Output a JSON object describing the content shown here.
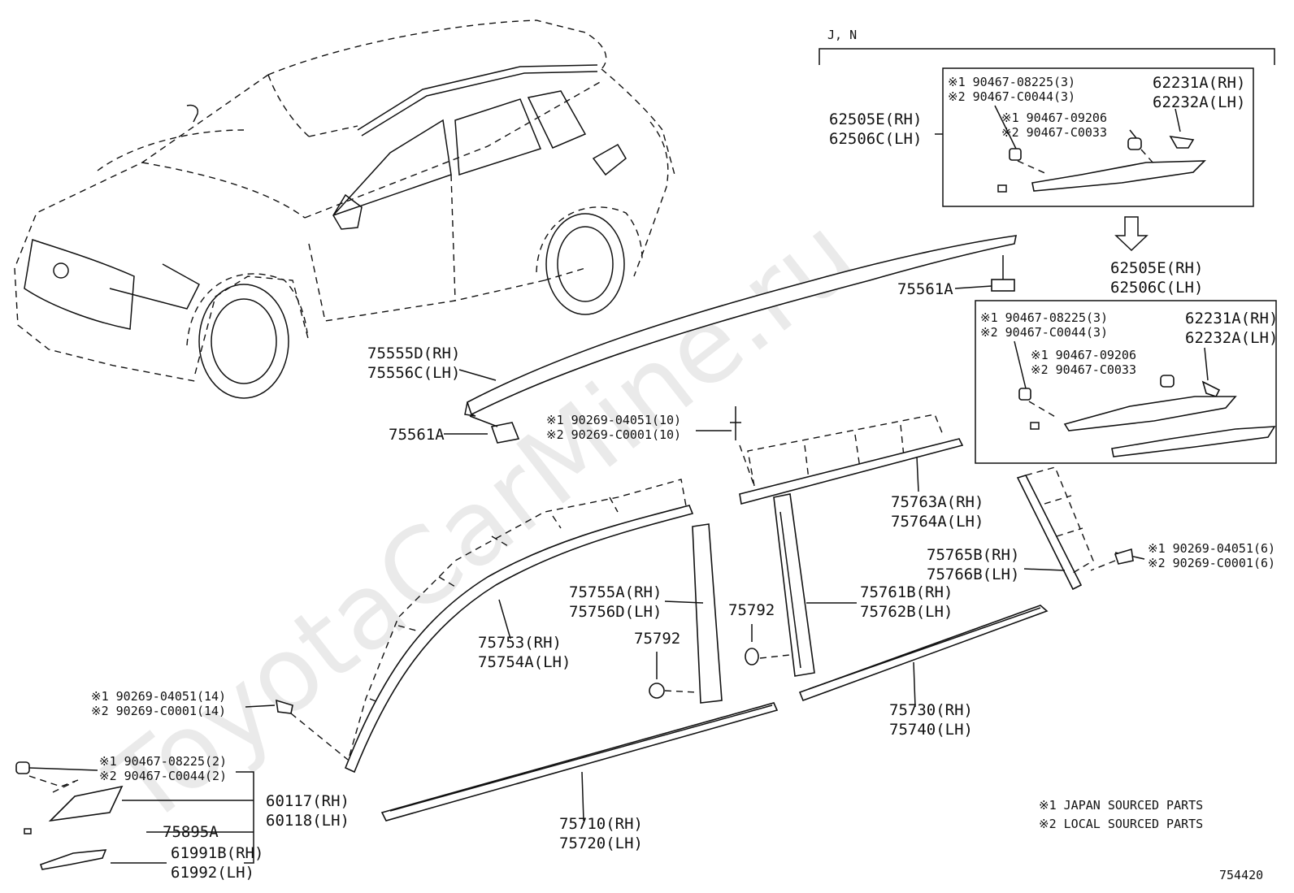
{
  "watermark": "ToyotaCarMine.ru",
  "diagram_id": "754420",
  "group_header": "J, N",
  "legend": {
    "japan": "※1 JAPAN SOURCED PARTS",
    "local": "※2 LOCAL SOURCED PARTS"
  },
  "box1": {
    "part_rh": "62505E(RH)",
    "part_lh": "62506C(LH)",
    "clip_a1": "※1 90467-08225(3)",
    "clip_a2": "※2 90467-C0044(3)",
    "clip_b1": "※1 90467-09206",
    "clip_b2": "※2 90467-C0033",
    "cover_rh": "62231A(RH)",
    "cover_lh": "62232A(LH)"
  },
  "box2": {
    "part_rh": "62505E(RH)",
    "part_lh": "62506C(LH)",
    "clip_a1": "※1 90467-08225(3)",
    "clip_a2": "※2 90467-C0044(3)",
    "clip_b1": "※1 90467-09206",
    "clip_b2": "※2 90467-C0033",
    "cover_rh": "62231A(RH)",
    "cover_lh": "62232A(LH)"
  },
  "parts": {
    "roof_clip_rear": "75561A",
    "roof_mould_rh": "75555D(RH)",
    "roof_mould_lh": "75556C(LH)",
    "roof_clip_front": "75561A",
    "clip_top1": "※1 90269-04051(10)",
    "clip_top2": "※2 90269-C0001(10)",
    "upper_rear_rh": "75763A(RH)",
    "upper_rear_lh": "75764A(LH)",
    "quarter_rh": "75765B(RH)",
    "quarter_lh": "75766B(LH)",
    "clip_right1": "※1 90269-04051(6)",
    "clip_right2": "※2 90269-C0001(6)",
    "pillar_front_rh": "75755A(RH)",
    "pillar_front_lh": "75756D(LH)",
    "grommet_a": "75792",
    "grommet_b": "75792",
    "pillar_rear_rh": "75761B(RH)",
    "pillar_rear_lh": "75762B(LH)",
    "windshield_rh": "75753(RH)",
    "windshield_lh": "75754A(LH)",
    "belt_rear_rh": "75730(RH)",
    "belt_rear_lh": "75740(LH)",
    "clip_left1": "※1 90269-04051(14)",
    "clip_left2": "※2 90269-C0001(14)",
    "clip_mirror1": "※1 90467-08225(2)",
    "clip_mirror2": "※2 90467-C0044(2)",
    "mirror_base_rh": "60117(RH)",
    "mirror_base_lh": "60118(LH)",
    "tape": "75895A",
    "garnish_rh": "61991B(RH)",
    "garnish_lh": "61992(LH)",
    "belt_front_rh": "75710(RH)",
    "belt_front_lh": "75720(LH)"
  }
}
